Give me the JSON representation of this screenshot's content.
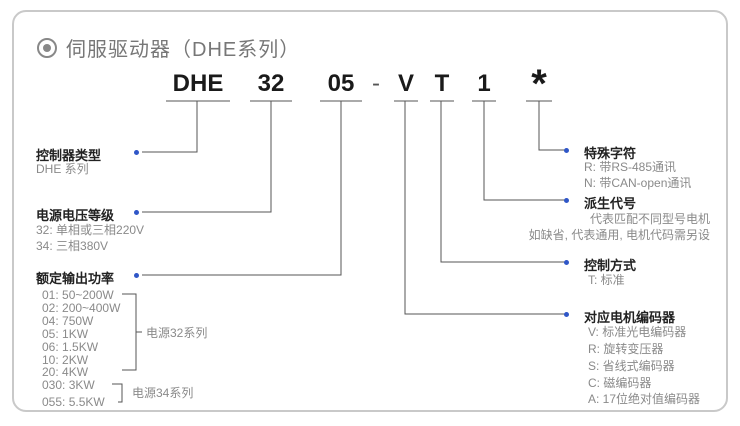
{
  "title": "伺服驱动器（DHE系列）",
  "code": {
    "prefix": "DHE",
    "voltage": "32",
    "power": "05",
    "dash": "-",
    "encoder": "V",
    "control": "T",
    "derived": "1",
    "special": "*"
  },
  "left_groups": {
    "control_type": {
      "title": "控制器类型",
      "lines": [
        "DHE 系列"
      ]
    },
    "voltage_level": {
      "title": "电源电压等级",
      "lines": [
        "32: 单相或三相220V",
        "34: 三相380V"
      ]
    },
    "rated_power": {
      "title": "额定输出功率",
      "series32": [
        "01: 50~200W",
        "02: 200~400W",
        "04: 750W",
        "05: 1KW",
        "06: 1.5KW",
        "10: 2KW",
        "20: 4KW"
      ],
      "series32_label": "电源32系列",
      "series34": [
        "030: 3KW",
        "055: 5.5KW"
      ],
      "series34_label": "电源34系列"
    }
  },
  "right_groups": {
    "special": {
      "title": "特殊字符",
      "lines": [
        "R: 带RS-485通讯",
        "N: 带CAN-open通讯"
      ]
    },
    "derived": {
      "title": "派生代号",
      "lines": [
        "代表匹配不同型号电机",
        "如缺省, 代表通用, 电机代码需另设"
      ]
    },
    "control_mode": {
      "title": "控制方式",
      "lines": [
        "T: 标准"
      ]
    },
    "encoder": {
      "title": "对应电机编码器",
      "lines": [
        "V: 标准光电编码器",
        "R: 旋转变压器",
        "S: 省线式编码器",
        "C: 磁编码器",
        "A: 17位绝对值编码器"
      ]
    }
  },
  "colors": {
    "accent": "#2f56c7",
    "line": "#555555",
    "border": "#c9c9c9"
  }
}
